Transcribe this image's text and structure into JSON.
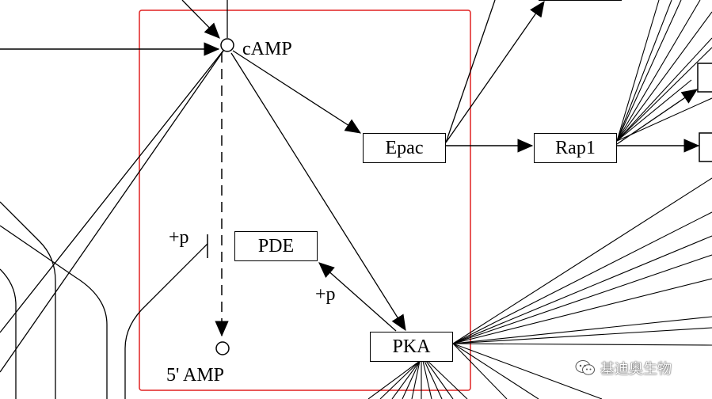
{
  "nodes": {
    "camp": "cAMP",
    "epac": "Epac",
    "rap1": "Rap1",
    "pde": "PDE",
    "pka": "PKA",
    "amp5": "5' AMP"
  },
  "labels": {
    "phos_pde": "+p",
    "phos_pka": "+p"
  },
  "watermark": {
    "text": "基迪奥生物",
    "icon": "wechat-icon"
  },
  "colors": {
    "highlight_box": "#e02020",
    "line": "#000000",
    "background": "#ffffff"
  }
}
